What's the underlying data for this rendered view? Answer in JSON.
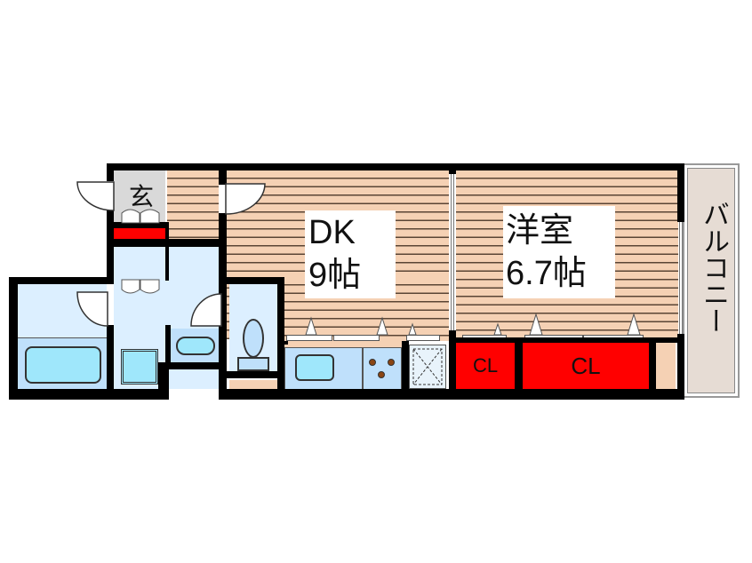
{
  "floorplan": {
    "rooms": {
      "dk": {
        "name": "DK",
        "size": "9帖"
      },
      "western": {
        "name": "洋室",
        "size": "6.7帖"
      },
      "entrance": {
        "name": "玄"
      },
      "balcony": {
        "name": "バルコニー"
      },
      "closet_small": {
        "name": "CL"
      },
      "closet_large": {
        "name": "CL"
      }
    },
    "colors": {
      "wall": "#000000",
      "flooring": "#f5d1b4",
      "wet_area": "#dcefff",
      "storage": "#ff0000",
      "entrance": "#d9d9d9",
      "balcony": "#e6dcd4"
    }
  }
}
